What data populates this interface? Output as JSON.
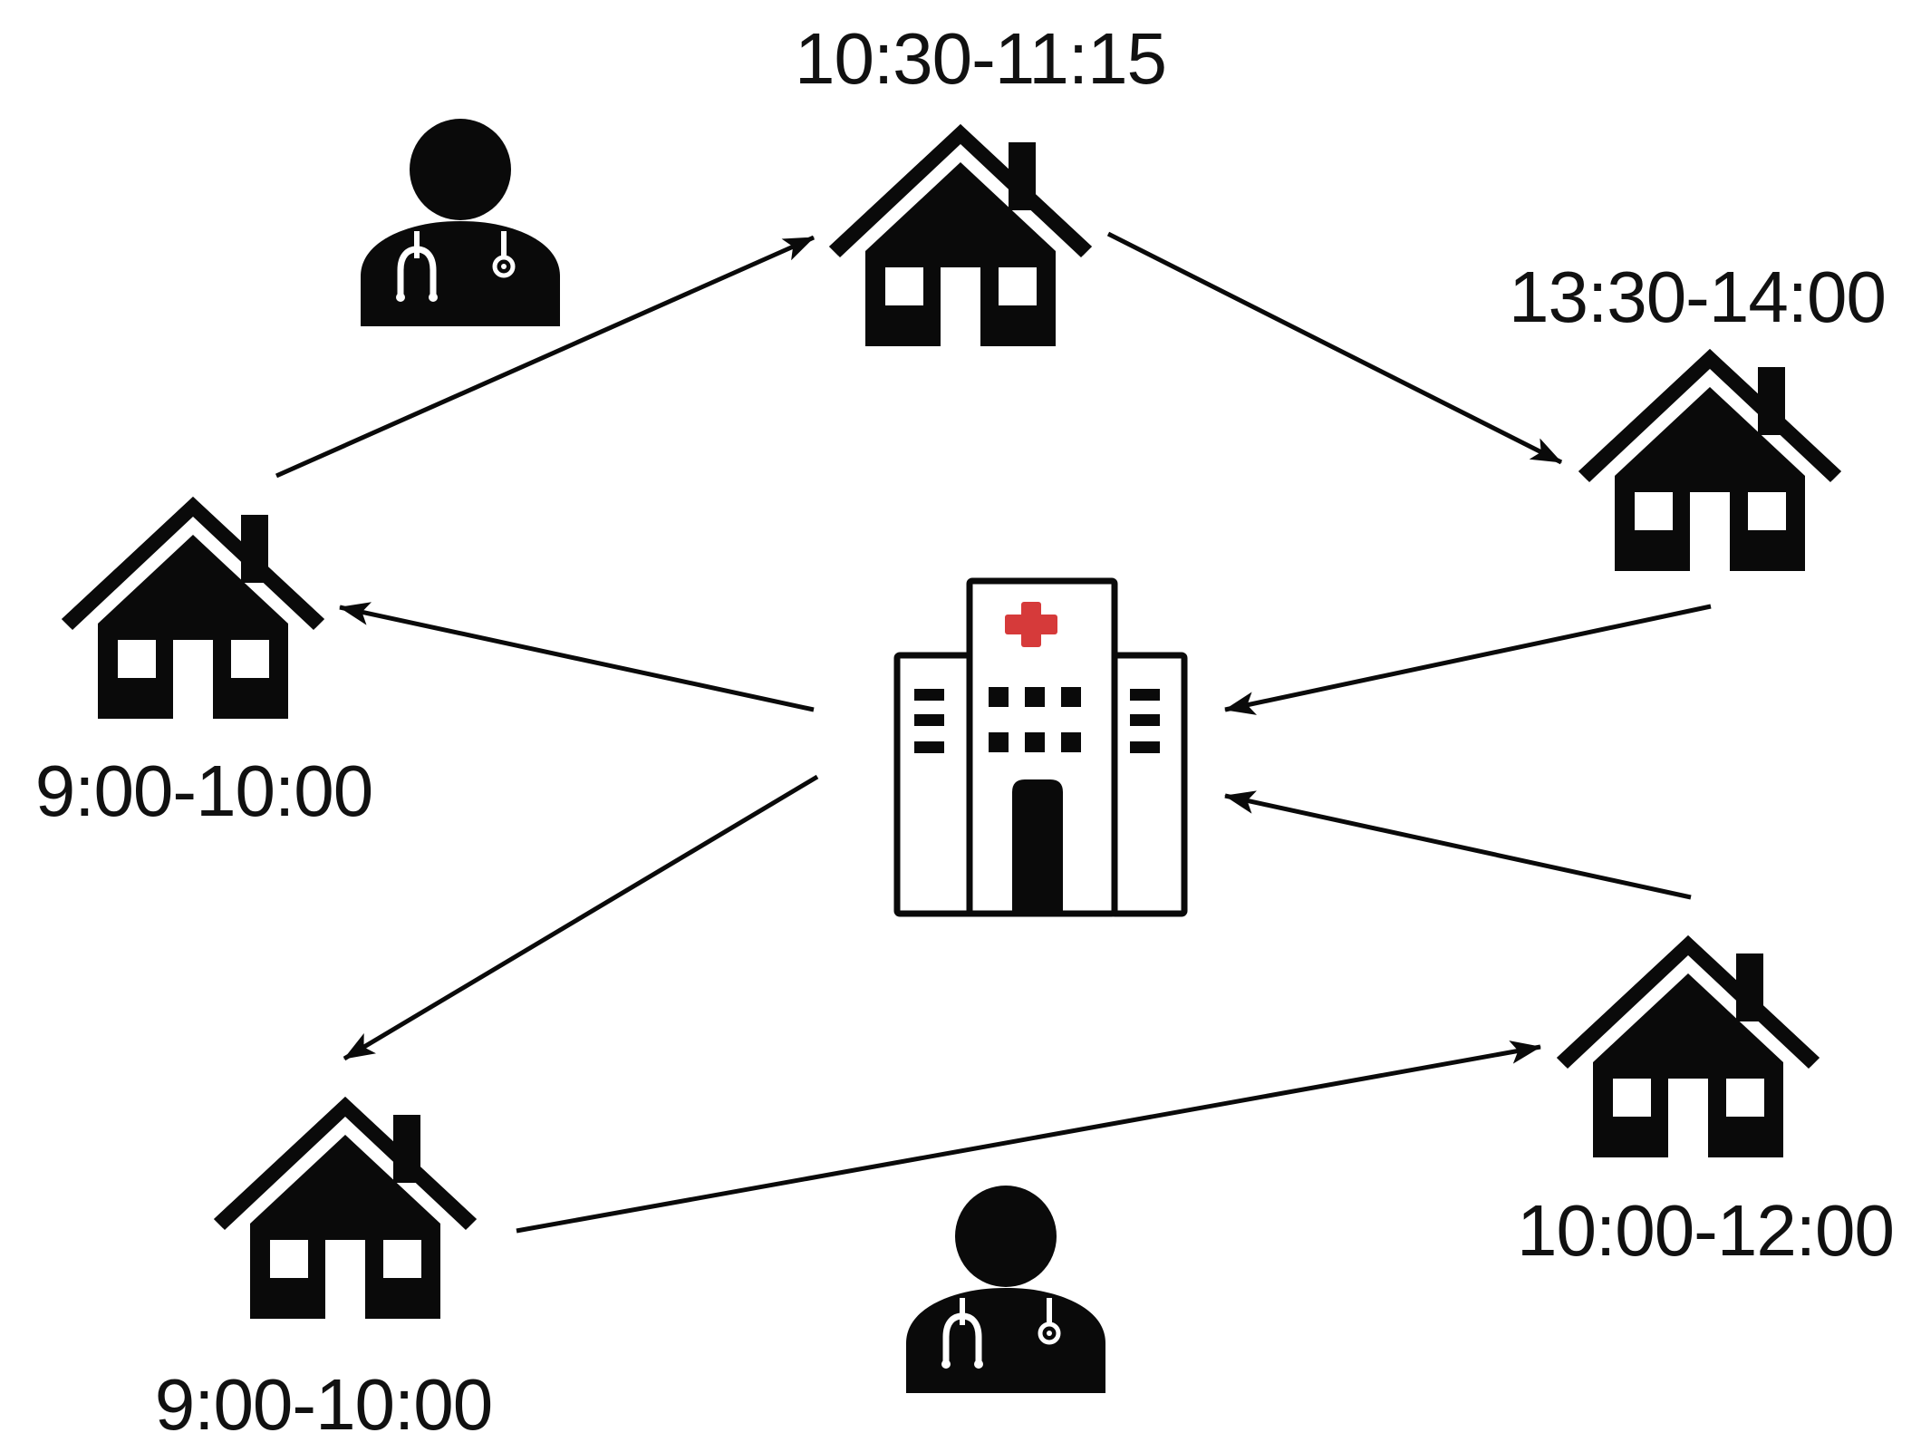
{
  "colors": {
    "icon": "#0a0a0a",
    "accent": "#d63a3a",
    "background": "#ffffff"
  },
  "icons": {
    "house": "house-icon",
    "hospital": "hospital-icon",
    "doctor": "doctor-icon"
  },
  "time_windows": {
    "top": "10:30-11:15",
    "right_upper": "13:30-14:00",
    "left": "9:00-10:00",
    "bottom_left": "9:00-10:00",
    "right_lower": "10:00-12:00"
  }
}
